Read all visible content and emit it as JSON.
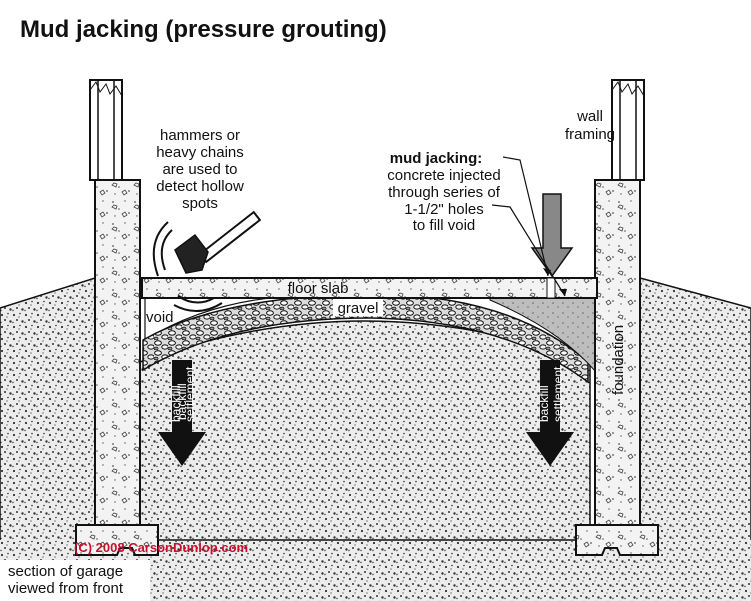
{
  "title": "Mud jacking (pressure grouting)",
  "labels": {
    "hammers": [
      "hammers or",
      "heavy chains",
      "are used to",
      "detect hollow",
      "spots"
    ],
    "wall_framing": [
      "wall",
      "framing"
    ],
    "mud_jacking_head": "mud jacking:",
    "mud_jacking_body": [
      "concrete injected",
      "through series of",
      "1-1/2\" holes",
      "to fill void"
    ],
    "floor_slab": "floor slab",
    "gravel": "gravel",
    "void": "void",
    "foundation": "foundation",
    "backfill": "backfill",
    "settlement": "settlement",
    "copyright": "(C) 2008 CarsonDunlop.com",
    "section": [
      "section of garage",
      "viewed from front"
    ]
  },
  "colors": {
    "outline": "#111111",
    "soil": "#e8e8e8",
    "grout": "#bdbdbd",
    "copyright": "#c8102e"
  }
}
